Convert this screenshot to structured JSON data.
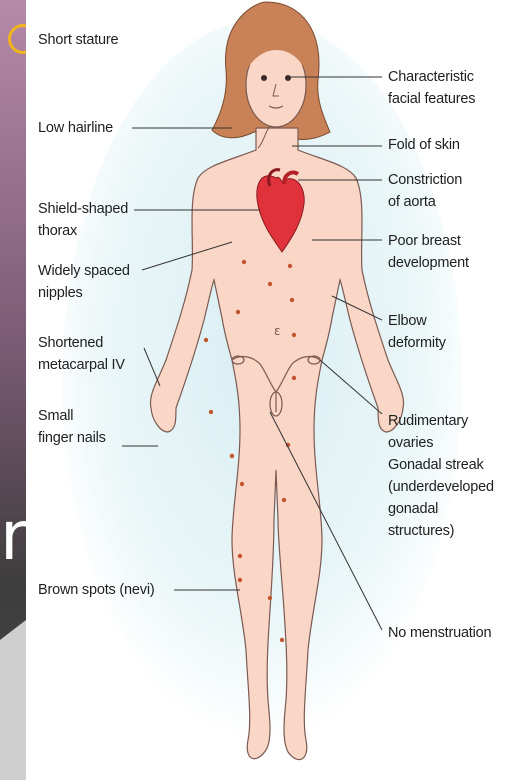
{
  "slide": {
    "bg_colors": {
      "top": "#b58aa8",
      "bottom": "#3d3d3d",
      "accent": "#f2b31e"
    },
    "partial_text": "n"
  },
  "labels_left": [
    {
      "text": "Short stature"
    },
    {
      "text": "Low hairline"
    },
    {
      "text": "Shield-shaped\nthorax"
    },
    {
      "text": "Widely spaced\nnipples"
    },
    {
      "text": "Shortened\nmetacarpal IV"
    },
    {
      "text": "Small\nfinger nails"
    },
    {
      "text": "Brown spots (nevi)"
    }
  ],
  "labels_right": [
    {
      "text": "Characteristic\nfacial features"
    },
    {
      "text": "Fold of skin"
    },
    {
      "text": "Constriction\nof aorta"
    },
    {
      "text": "Poor breast\ndevelopment"
    },
    {
      "text": "Elbow\ndeformity"
    },
    {
      "text": "Rudimentary\novaries\nGonadal streak\n(underdeveloped\ngonadal\nstructures)"
    },
    {
      "text": "No menstruation"
    }
  ],
  "colors": {
    "skin": "#f9d6c6",
    "skin_outline": "#7a5a52",
    "hair": "#c98257",
    "heart": "#e0323a",
    "nevi": "#c2542e",
    "glow": "#d8eef2"
  }
}
